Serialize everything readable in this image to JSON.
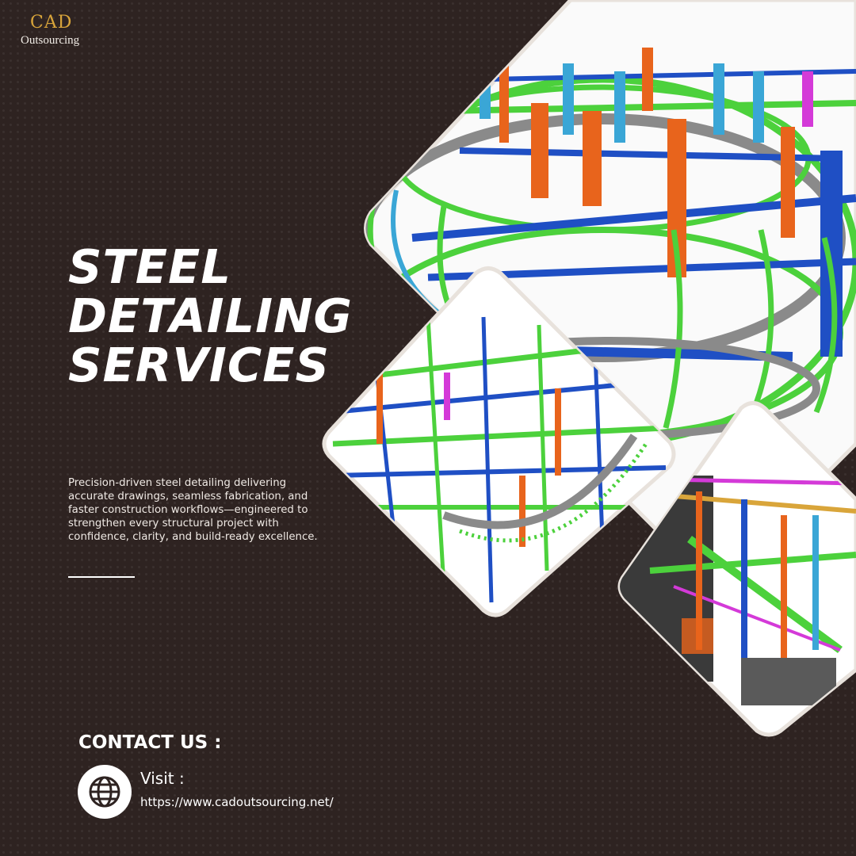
{
  "brand": {
    "name": "CAD",
    "tagline": "Outsourcing"
  },
  "hero": {
    "title_lines": [
      "STEEL",
      "DETAILING",
      "SERVICES"
    ]
  },
  "description": "Precision-driven steel detailing delivering accurate drawings, seamless fabrication, and faster construction workflows—engineered to strengthen every structural project with confidence, clarity, and build-ready excellence.",
  "contact": {
    "heading": "CONTACT US :",
    "visit_label": "Visit :",
    "url": "https://www.cadoutsourcing.net/",
    "icon": "globe-icon"
  },
  "colors": {
    "background": "#2e2321",
    "accent_gold": "#d9a53a",
    "steel_green": "#4cd13c",
    "steel_blue": "#1f4fc4",
    "steel_orange": "#e8641c",
    "steel_cyan": "#3aa6d6",
    "steel_magenta": "#d43ad8"
  },
  "images": [
    {
      "name": "circular-steel-structure-model"
    },
    {
      "name": "steel-frame-grid-model"
    },
    {
      "name": "platform-staircase-model"
    }
  ]
}
